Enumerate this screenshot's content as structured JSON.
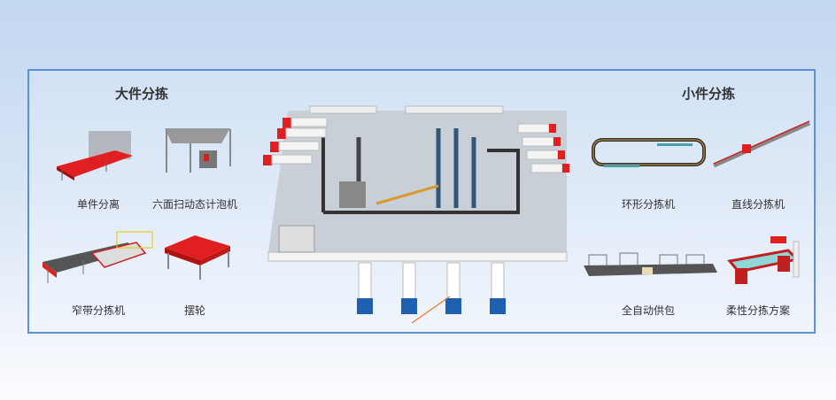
{
  "large": {
    "title": "大件分拣",
    "items": [
      {
        "label": "单件分离"
      },
      {
        "label": "六面扫动态计泡机"
      },
      {
        "label": "窄带分拣机"
      },
      {
        "label": "摆轮"
      }
    ]
  },
  "small": {
    "title": "小件分拣",
    "items": [
      {
        "label": "环形分拣机"
      },
      {
        "label": "直线分拣机"
      },
      {
        "label": "全自动供包"
      },
      {
        "label": "柔性分拣方案"
      }
    ]
  },
  "colors": {
    "accent": "#5c90d8",
    "machine_red": "#e02020"
  }
}
